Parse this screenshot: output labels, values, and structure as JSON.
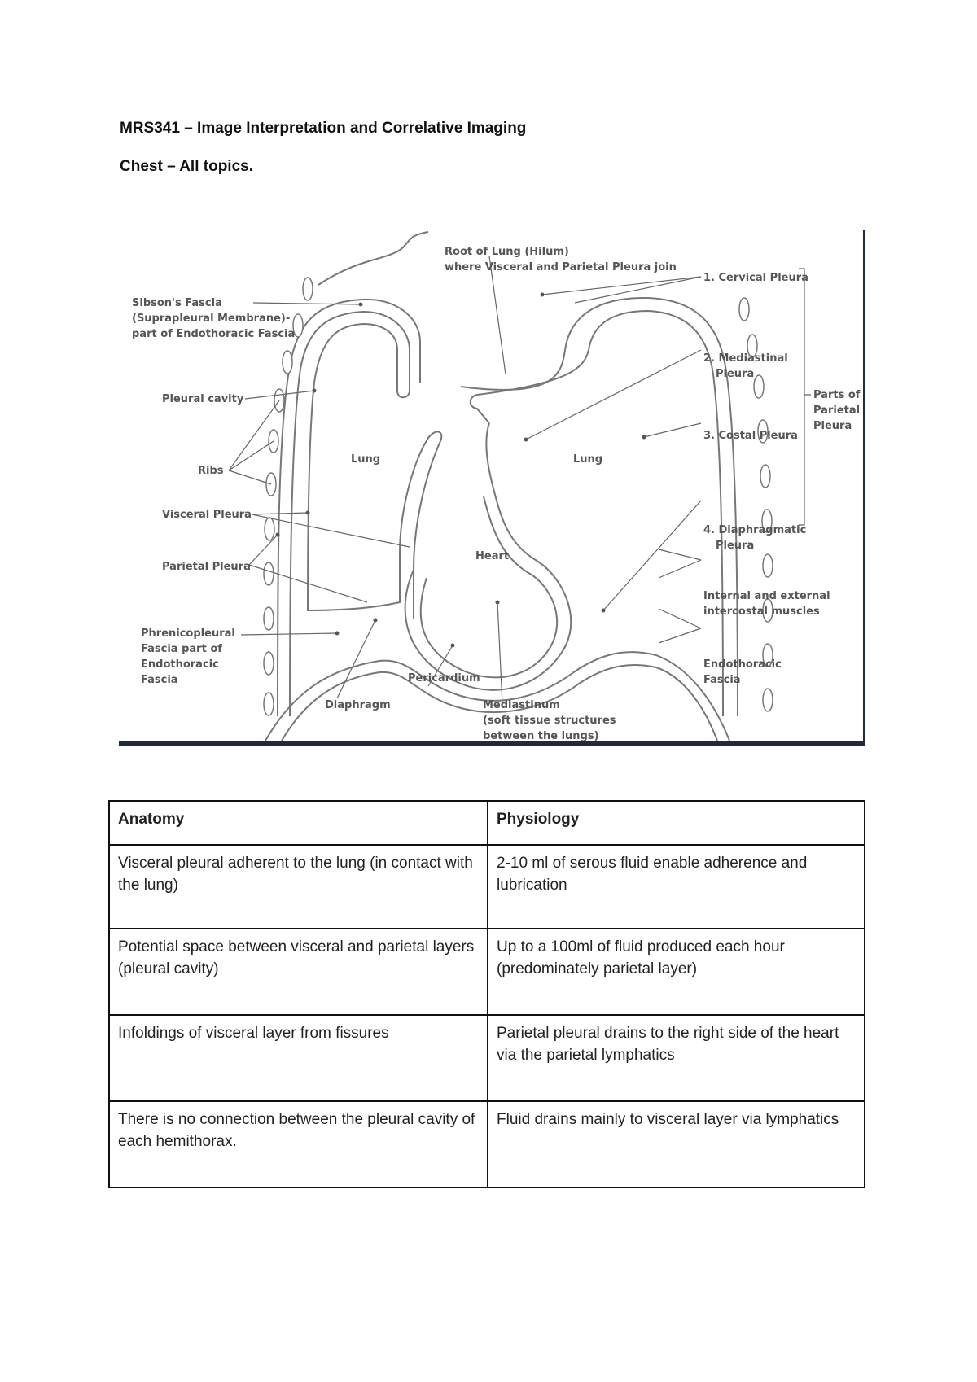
{
  "doc": {
    "title": "MRS341 – Image Interpretation and Correlative Imaging",
    "subtitle": "Chest – All topics."
  },
  "figure": {
    "labels": {
      "root_line1": "Root of Lung (Hilum)",
      "root_line2": "where Visceral and Parietal Pleura join",
      "sibson_line1": "Sibson's Fascia",
      "sibson_line2": "(Suprapleural Membrane)-",
      "sibson_line3": "part of Endothoracic Fascia",
      "pleural_cavity": "Pleural cavity",
      "ribs": "Ribs",
      "visceral_pleura": "Visceral Pleura",
      "parietal_pleura": "Parietal Pleura",
      "phrenico_line1": "Phrenicopleural",
      "phrenico_line2": "Fascia part of",
      "phrenico_line3": "Endothoracic",
      "phrenico_line4": "Fascia",
      "lung_left": "Lung",
      "lung_right": "Lung",
      "heart": "Heart",
      "diaphragm": "Diaphragm",
      "pericardium": "Pericardium",
      "mediastinum_line1": "Mediastinum",
      "mediastinum_line2": "(soft tissue structures",
      "mediastinum_line3": "between the lungs)",
      "cervical_pleura": "1. Cervical Pleura",
      "mediastinal_line1": "2. Mediastinal",
      "mediastinal_line2": "Pleura",
      "costal_pleura": "3. Costal Pleura",
      "diaphragmatic_line1": "4. Diaphragmatic",
      "diaphragmatic_line2": "Pleura",
      "parts_line1": "Parts of",
      "parts_line2": "Parietal",
      "parts_line3": "Pleura",
      "intercostal_line1": "Internal and external",
      "intercostal_line2": "intercostal muscles",
      "endothoracic_line1": "Endothoracic",
      "endothoracic_line2": "Fascia"
    }
  },
  "table": {
    "headers": [
      "Anatomy",
      "Physiology"
    ],
    "rows": [
      [
        "Visceral pleural adherent to the lung (in contact with the lung)",
        "2-10 ml of serous fluid enable adherence and lubrication"
      ],
      [
        "Potential space between visceral and parietal layers (pleural cavity)",
        "Up to a 100ml of fluid produced each hour (predominately parietal layer)"
      ],
      [
        "Infoldings of visceral layer from fissures",
        "Parietal pleural drains to the right side of the heart via the parietal lymphatics"
      ],
      [
        "There is no connection between the pleural cavity of each hemithorax.",
        "Fluid drains mainly to visceral layer via lymphatics"
      ]
    ]
  }
}
